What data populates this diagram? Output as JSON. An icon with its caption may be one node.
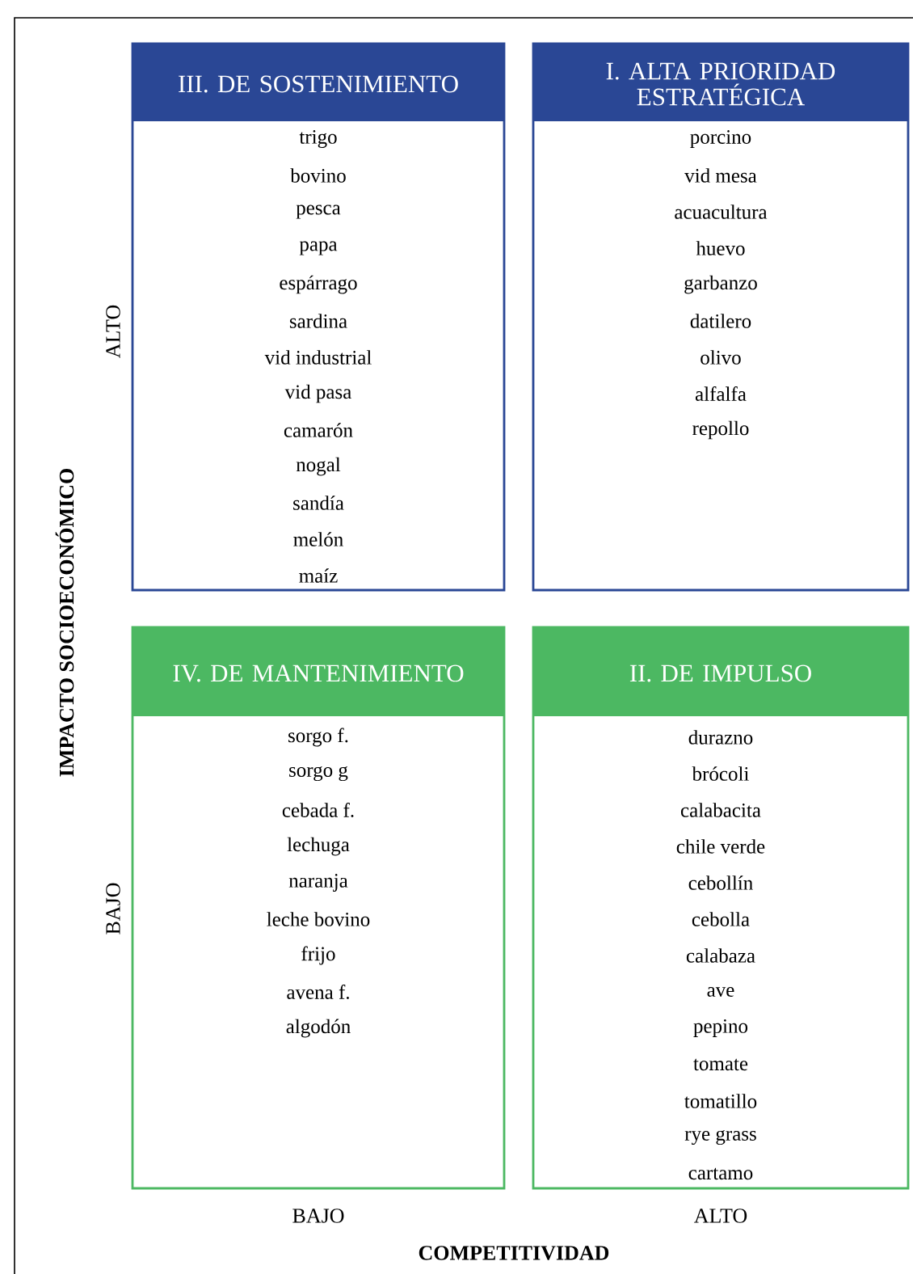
{
  "diagram": {
    "nodes": [
      {
        "text": [
          "III. DE SOSTENIMIENTO",
          "trigo",
          "bovino",
          "pesca",
          "papa",
          "espárrago",
          "sardina",
          "vid industrial",
          "vid pasa",
          "camarón",
          "nogal",
          "sandía",
          "melón",
          "maíz"
        ]
      },
      {
        "text": [
          "I. ALTA PRIORIDAD ESTRATÉGICA",
          "porcino",
          "vid mesa",
          "acuacultura",
          "huevo",
          "garbanzo",
          "datilero",
          "olivo",
          "alfalfa",
          "repollo"
        ]
      },
      {
        "text": [
          "IV. DE MANTENIMIENTO",
          "sorgo f.",
          "sorgo g",
          "cebada f.",
          "lechuga",
          "naranja",
          "leche bovino",
          "frijo",
          "avena f.",
          "algodón"
        ]
      },
      {
        "text": [
          "II. DE IMPULSO",
          "durazno",
          "brócoli",
          "calabacita",
          "chile verde",
          "cebollín",
          "cebolla",
          "calabaza",
          "ave",
          "pepino",
          "tomate",
          "tomatillo",
          "rye grass",
          "cartamo"
        ]
      }
    ],
    "labels": [
      "ALTO",
      "IMPACTO SOCIOECONÓMICO",
      "BAJO",
      "BAJO",
      "ALTO",
      "COMPETITIVIDAD"
    ]
  }
}
